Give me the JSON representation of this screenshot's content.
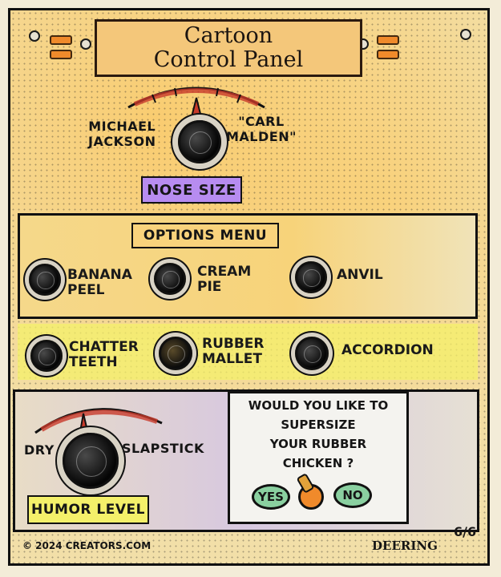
{
  "header": {
    "title_line1": "Cartoon",
    "title_line2": "Control Panel"
  },
  "nose_control": {
    "left_label": "MICHAEL\nJACKSON",
    "right_label": "\"CARL\nMALDEN\"",
    "caption": "NOSE SIZE"
  },
  "options_menu": {
    "title": "OPTIONS MENU",
    "items": [
      {
        "label": "BANANA\nPEEL"
      },
      {
        "label": "CREAM\nPIE"
      },
      {
        "label": "ANVIL"
      },
      {
        "label": "CHATTER\nTEETH"
      },
      {
        "label": "RUBBER\nMALLET"
      },
      {
        "label": "ACCORDION"
      }
    ]
  },
  "humor_control": {
    "left_label": "DRY",
    "right_label": "SLAPSTICK",
    "caption": "HUMOR LEVEL"
  },
  "supersize": {
    "question": "WOULD YOU LIKE TO\nSUPERSIZE\nYOUR RUBBER\nCHICKEN ?",
    "yes_label": "YES",
    "no_label": "NO"
  },
  "footer": {
    "copyright": "© 2024 CREATORS.COM",
    "signature": "DEERING",
    "date": "6/6"
  },
  "colors": {
    "accent_orange": "#f08a2b",
    "highlight_yellow": "#f4f06a",
    "caption_purple": "#b78cf0",
    "pill_green": "#8ad0a0",
    "gauge_red": "#c83a2a"
  }
}
